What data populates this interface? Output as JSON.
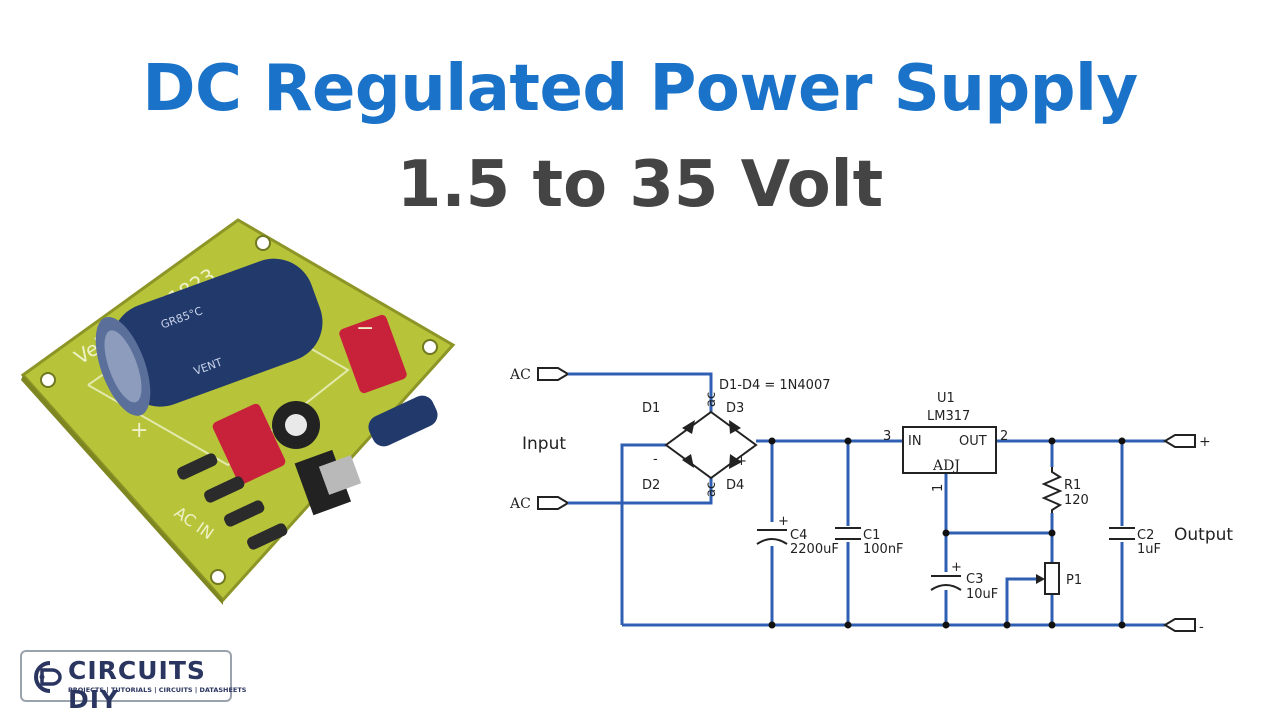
{
  "title": "DC Regulated Power Supply",
  "subtitle": "1.5 to 35 Volt",
  "pcb": {
    "brand": "Velleman P1823",
    "cap_marks": "GR85°C",
    "vent": "VENT",
    "pins": {
      "ac": "AC IN",
      "plus": "+",
      "minus": "−"
    }
  },
  "schematic": {
    "terminals": {
      "ac1": "AC",
      "ac2": "AC",
      "out_plus": "+",
      "out_minus": "-"
    },
    "input_label": "Input",
    "output_label": "Output",
    "diode_note": "D1-D4 = 1N4007",
    "bridge": {
      "d1": "D1",
      "d2": "D2",
      "d3": "D3",
      "d4": "D4",
      "ac_top": "ac",
      "ac_bottom": "ac",
      "plus": "+",
      "minus": "-"
    },
    "regulator": {
      "ref": "U1",
      "part": "LM317",
      "in": "IN",
      "out": "OUT",
      "adj": "ADJ",
      "pin_in": "3",
      "pin_out": "2",
      "pin_adj": "1"
    },
    "c4": {
      "ref": "C4",
      "value": "2200uF",
      "polarity": "+"
    },
    "c1": {
      "ref": "C1",
      "value": "100nF"
    },
    "c3": {
      "ref": "C3",
      "value": "10uF",
      "polarity": "+"
    },
    "r1": {
      "ref": "R1",
      "value": "120"
    },
    "p1": {
      "ref": "P1"
    },
    "c2": {
      "ref": "C2",
      "value": "1uF"
    }
  },
  "logo": {
    "name": "CIRCUITS DIY",
    "tagline": "PROJECTS | TUTORIALS | CIRCUITS | DATASHEETS",
    "colors": {
      "text": "#2a3560",
      "border": "#9aa3ad"
    }
  },
  "colors": {
    "title": "#1a73c8",
    "subtitle": "#444444",
    "wire": "#2f5fb3",
    "pcb": "#b9c63c"
  }
}
